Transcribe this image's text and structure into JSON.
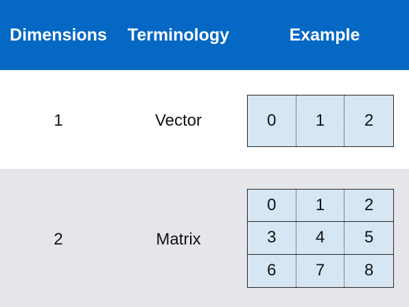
{
  "header": {
    "dimensions": "Dimensions",
    "terminology": "Terminology",
    "example": "Example"
  },
  "rows": [
    {
      "dimensions": "1",
      "terminology": "Vector",
      "example": [
        [
          "0",
          "1",
          "2"
        ]
      ]
    },
    {
      "dimensions": "2",
      "terminology": "Matrix",
      "example": [
        [
          "0",
          "1",
          "2"
        ],
        [
          "3",
          "4",
          "5"
        ],
        [
          "6",
          "7",
          "8"
        ]
      ]
    }
  ],
  "colors": {
    "header_bg": "#0568c4",
    "row_alt_bg": "#e5e6ea",
    "cell_bg": "#d6e6f3"
  }
}
